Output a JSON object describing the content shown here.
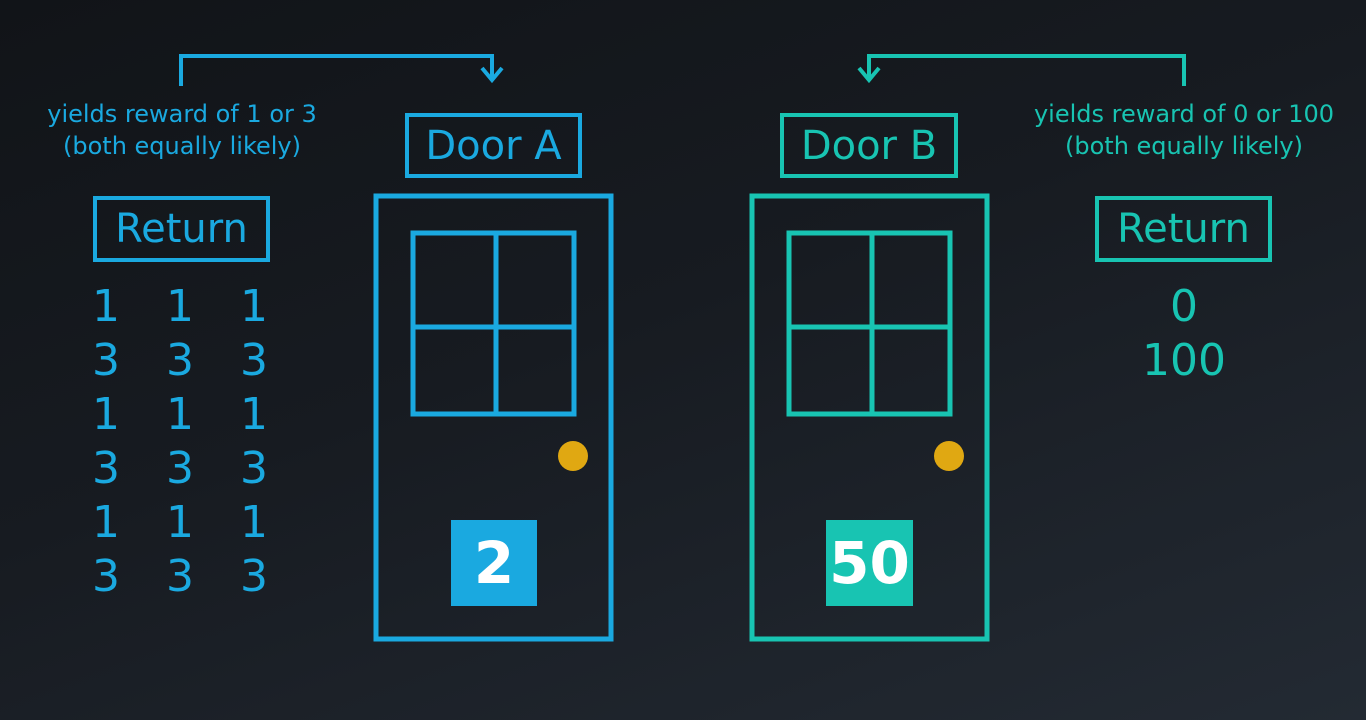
{
  "colors": {
    "door_a": "#1aa9e0",
    "door_b": "#18c4b2",
    "knob": "#e0a812"
  },
  "door_a": {
    "label": "Door A",
    "caption_line1": "yields reward of 1 or 3",
    "caption_line2": "(both equally likely)",
    "return_label": "Return",
    "value": "2",
    "returns": [
      [
        "1",
        "1",
        "1"
      ],
      [
        "3",
        "3",
        "3"
      ],
      [
        "1",
        "1",
        "1"
      ],
      [
        "3",
        "3",
        "3"
      ],
      [
        "1",
        "1",
        "1"
      ],
      [
        "3",
        "3",
        "3"
      ]
    ]
  },
  "door_b": {
    "label": "Door B",
    "caption_line1": "yields reward of 0 or 100",
    "caption_line2": "(both equally likely)",
    "return_label": "Return",
    "value": "50",
    "returns": [
      "0",
      "100"
    ]
  }
}
